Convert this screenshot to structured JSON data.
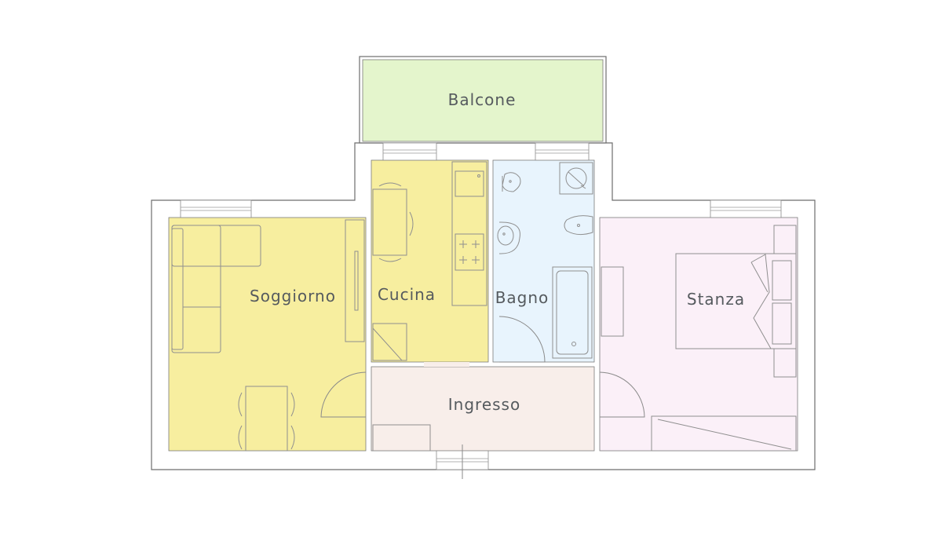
{
  "rooms": {
    "balcone": {
      "label": "Balcone",
      "color": "#e4f5cc"
    },
    "soggiorno": {
      "label": "Soggiorno",
      "color": "#f7ee9f"
    },
    "cucina": {
      "label": "Cucina",
      "color": "#f7ee9f"
    },
    "bagno": {
      "label": "Bagno",
      "color": "#e8f4fd"
    },
    "stanza": {
      "label": "Stanza",
      "color": "#fbf0f8"
    },
    "ingresso": {
      "label": "Ingresso",
      "color": "#f8eeea"
    }
  },
  "colors": {
    "wall_stroke": "#6d6d6d",
    "wall_fill": "#ffffff",
    "furniture_stroke": "#8f8f8f",
    "label_text": "#555a5e"
  }
}
